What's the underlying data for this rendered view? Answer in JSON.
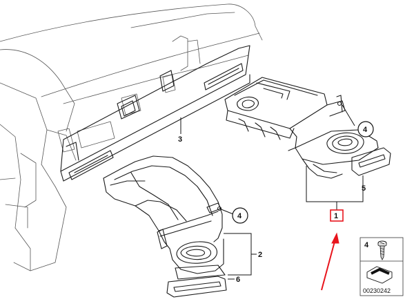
{
  "diagram": {
    "callouts": {
      "part_3": "3",
      "part_1": "1",
      "part_5": "5",
      "part_2": "2",
      "part_6": "6",
      "part_4_right": "4",
      "part_4_left": "4"
    },
    "legend": {
      "item_number": "4",
      "reference_code": "00230242"
    },
    "colors": {
      "highlight": "#e8141c",
      "line": "#1a1a1a"
    }
  }
}
